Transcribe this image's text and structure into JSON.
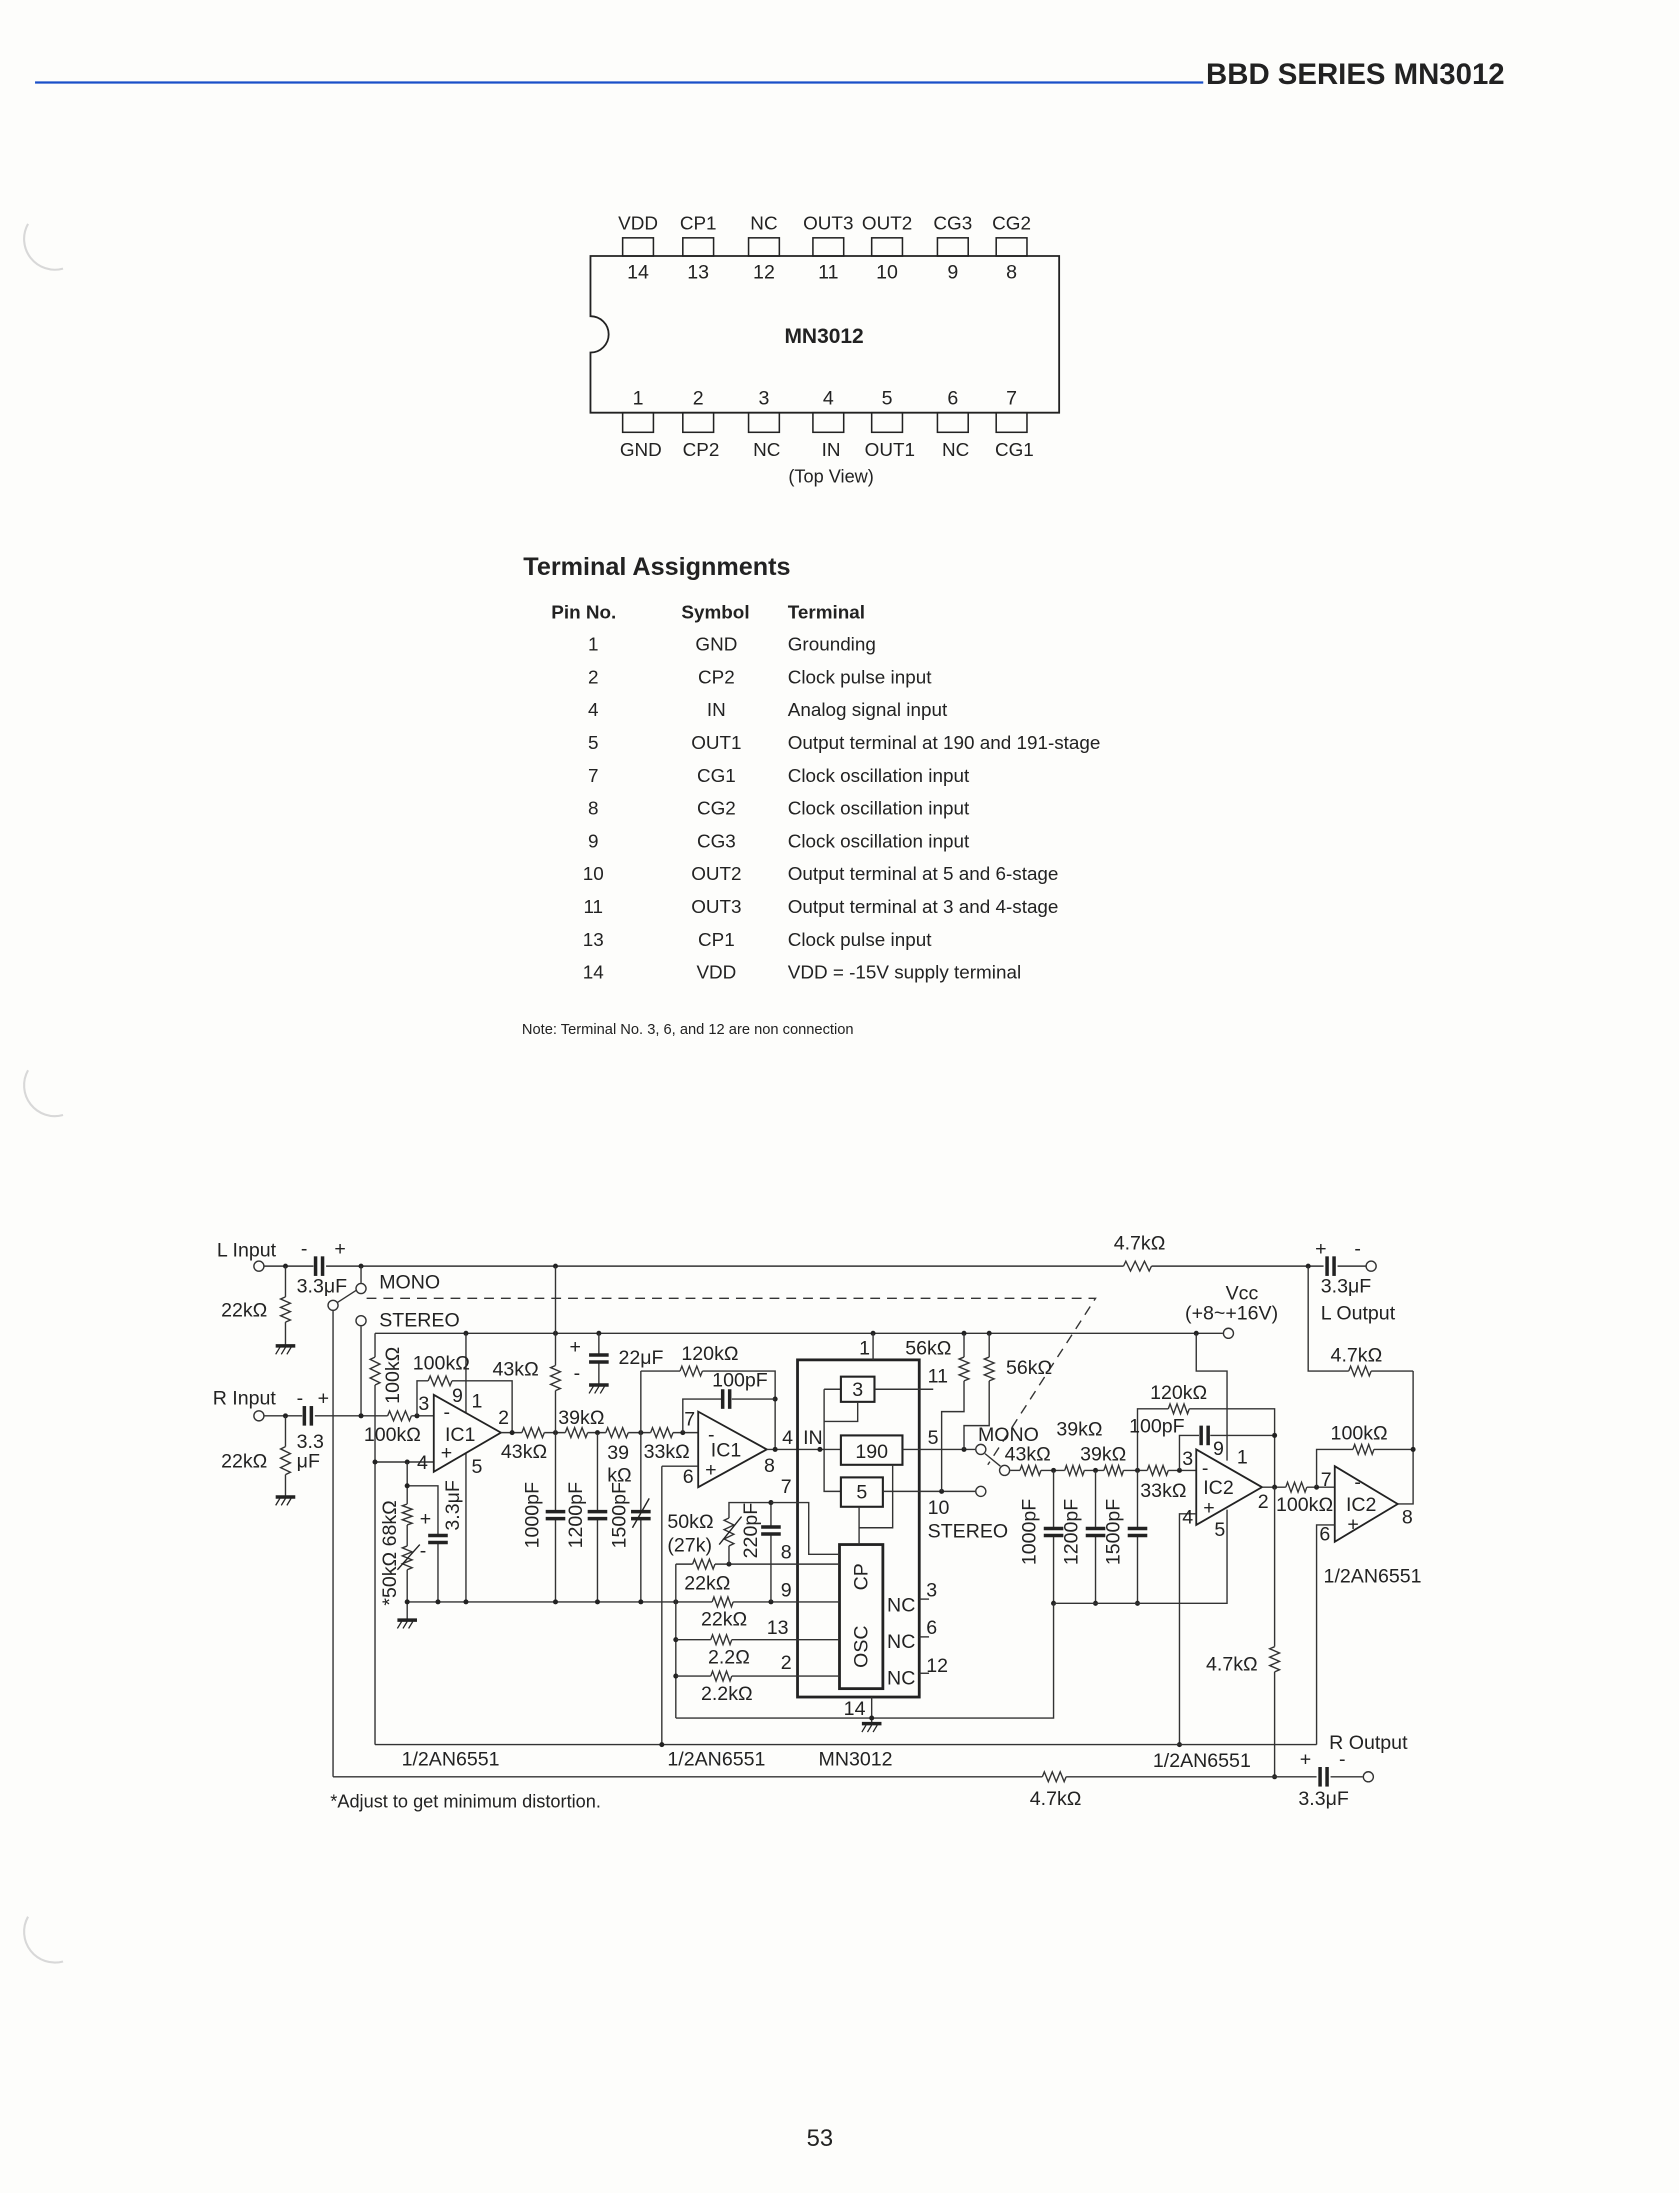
{
  "header": {
    "series_title": "BBD SERIES MN3012",
    "rule_color": "#1a4fc8"
  },
  "package": {
    "chip_label": "MN3012",
    "top_pins": [
      {
        "num": "14",
        "symbol": "VDD"
      },
      {
        "num": "13",
        "symbol": "CP1"
      },
      {
        "num": "12",
        "symbol": "NC"
      },
      {
        "num": "11",
        "symbol": "OUT3"
      },
      {
        "num": "10",
        "symbol": "OUT2"
      },
      {
        "num": "9",
        "symbol": "CG3"
      },
      {
        "num": "8",
        "symbol": "CG2"
      }
    ],
    "bottom_pins": [
      {
        "num": "1",
        "symbol": "GND"
      },
      {
        "num": "2",
        "symbol": "CP2"
      },
      {
        "num": "3",
        "symbol": "NC"
      },
      {
        "num": "4",
        "symbol": "IN"
      },
      {
        "num": "5",
        "symbol": "OUT1"
      },
      {
        "num": "6",
        "symbol": "NC"
      },
      {
        "num": "7",
        "symbol": "CG1"
      }
    ],
    "view_label": "(Top View)"
  },
  "terminal_assignments": {
    "title": "Terminal Assignments",
    "title_color": "#1d5fd0",
    "columns": [
      "Pin No.",
      "Symbol",
      "Terminal"
    ],
    "rows": [
      [
        "1",
        "GND",
        "Grounding"
      ],
      [
        "2",
        "CP2",
        "Clock pulse input"
      ],
      [
        "4",
        "IN",
        "Analog signal input"
      ],
      [
        "5",
        "OUT1",
        "Output terminal at 190 and 191-stage"
      ],
      [
        "7",
        "CG1",
        "Clock oscillation input"
      ],
      [
        "8",
        "CG2",
        "Clock oscillation input"
      ],
      [
        "9",
        "CG3",
        "Clock oscillation input"
      ],
      [
        "10",
        "OUT2",
        "Output terminal at 5 and 6-stage"
      ],
      [
        "11",
        "OUT3",
        "Output terminal at 3 and 4-stage"
      ],
      [
        "13",
        "CP1",
        "Clock pulse input"
      ],
      [
        "14",
        "VDD",
        "VDD = -15V supply terminal"
      ]
    ],
    "note": "Note: Terminal No. 3, 6, and 12 are non connection"
  },
  "schematic": {
    "labels": [
      "L Input",
      "-",
      "+",
      "3.3μF",
      "22kΩ",
      "MONO",
      "STEREO",
      "R Input",
      "-",
      "+",
      "3.3",
      "μF",
      "22kΩ",
      "100kΩ",
      "100kΩ",
      "43kΩ",
      "100kΩ",
      "IC1",
      "-",
      "+",
      "3",
      "9",
      "1",
      "2",
      "4",
      "5",
      "43kΩ",
      "+",
      "-",
      "22μF",
      "120kΩ",
      "100pF",
      "39kΩ",
      "39",
      "kΩ",
      "33kΩ",
      "IC1",
      "-",
      "+",
      "7",
      "6",
      "8",
      "4",
      "IN",
      "1000pF",
      "1200pF",
      "1500pF",
      "*50kΩ  68kΩ",
      "3.3μF",
      "+",
      "-",
      "50kΩ",
      "(27k)",
      "220pF",
      "22kΩ",
      "22kΩ",
      "2.2Ω",
      "2.2kΩ",
      "1",
      "7",
      "8",
      "9",
      "13",
      "2",
      "14",
      "3",
      "190",
      "5",
      "CP",
      "OSC",
      "NC",
      "NC",
      "NC",
      "3",
      "6",
      "12",
      "11",
      "5",
      "10",
      "STEREO",
      "56kΩ",
      "56kΩ",
      "MONO",
      "39kΩ",
      "43kΩ",
      "39kΩ",
      "33kΩ",
      "100pF",
      "120kΩ",
      "1000pF",
      "1200pF",
      "1500pF",
      "IC2",
      "-",
      "+",
      "3",
      "9",
      "1",
      "2",
      "4",
      "5",
      "100kΩ",
      "IC2",
      "-",
      "+",
      "7",
      "6",
      "8",
      "100kΩ",
      "4.7kΩ",
      "4.7kΩ",
      "+",
      "-",
      "3.3μF",
      "L Output",
      "Vcc",
      "(+8~+16V)",
      "1/2AN6551",
      "4.7kΩ",
      "R Output",
      "+",
      "-",
      "3.3μF",
      "4.7kΩ",
      "1/2AN6551",
      "1/2AN6551",
      "MN3012",
      "1/2AN6551",
      "*Adjust to get minimum distortion."
    ]
  },
  "footer": {
    "page_number": "53"
  }
}
